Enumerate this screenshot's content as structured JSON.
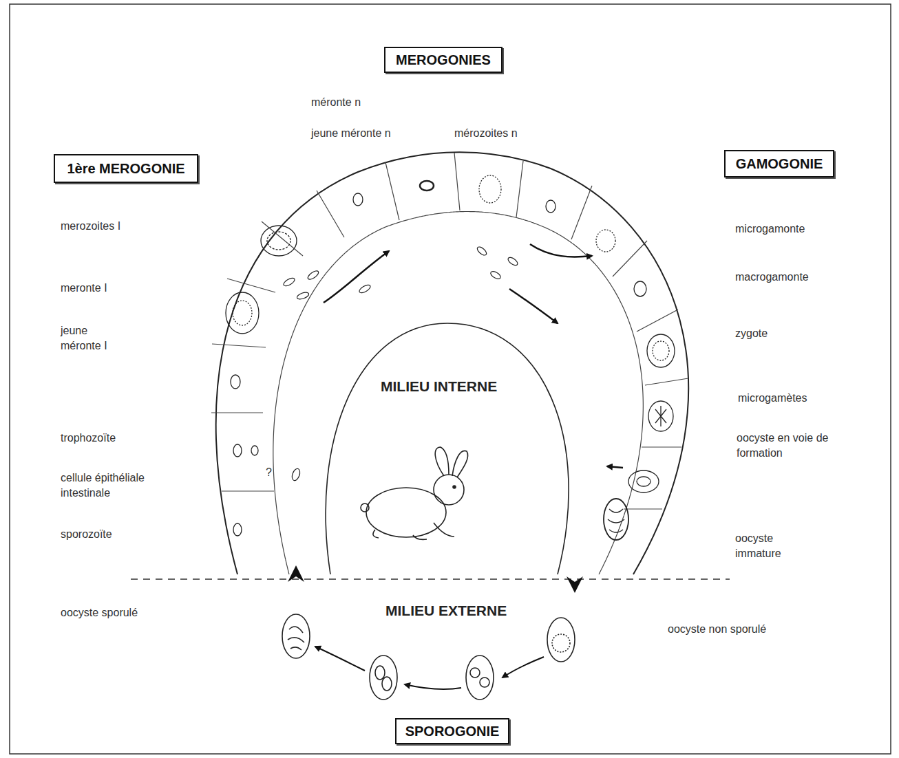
{
  "diagram": {
    "nodes": [
      {
        "text": [
          "MEROGONIES"
        ]
      },
      {
        "text": [
          "1ère MEROGONIE"
        ]
      },
      {
        "text": [
          "GAMOGONIE"
        ]
      },
      {
        "text": [
          "SPOROGONIE"
        ]
      }
    ],
    "labels": [
      "méronte n",
      "jeune méronte n",
      "mérozoites n",
      "merozoites I",
      "meronte I",
      "jeune méronte I",
      "trophozoïte",
      "cellule épithéliale intestinale",
      "sporozoïte",
      "oocyste sporulé",
      "microgamonte",
      "macrogamonte",
      "zygote",
      "microgamètes",
      "oocyste en voie de formation",
      "oocyste immature",
      "oocyste non sporulé",
      "MILIEU INTERNE",
      "MILIEU EXTERNE",
      "?"
    ]
  }
}
